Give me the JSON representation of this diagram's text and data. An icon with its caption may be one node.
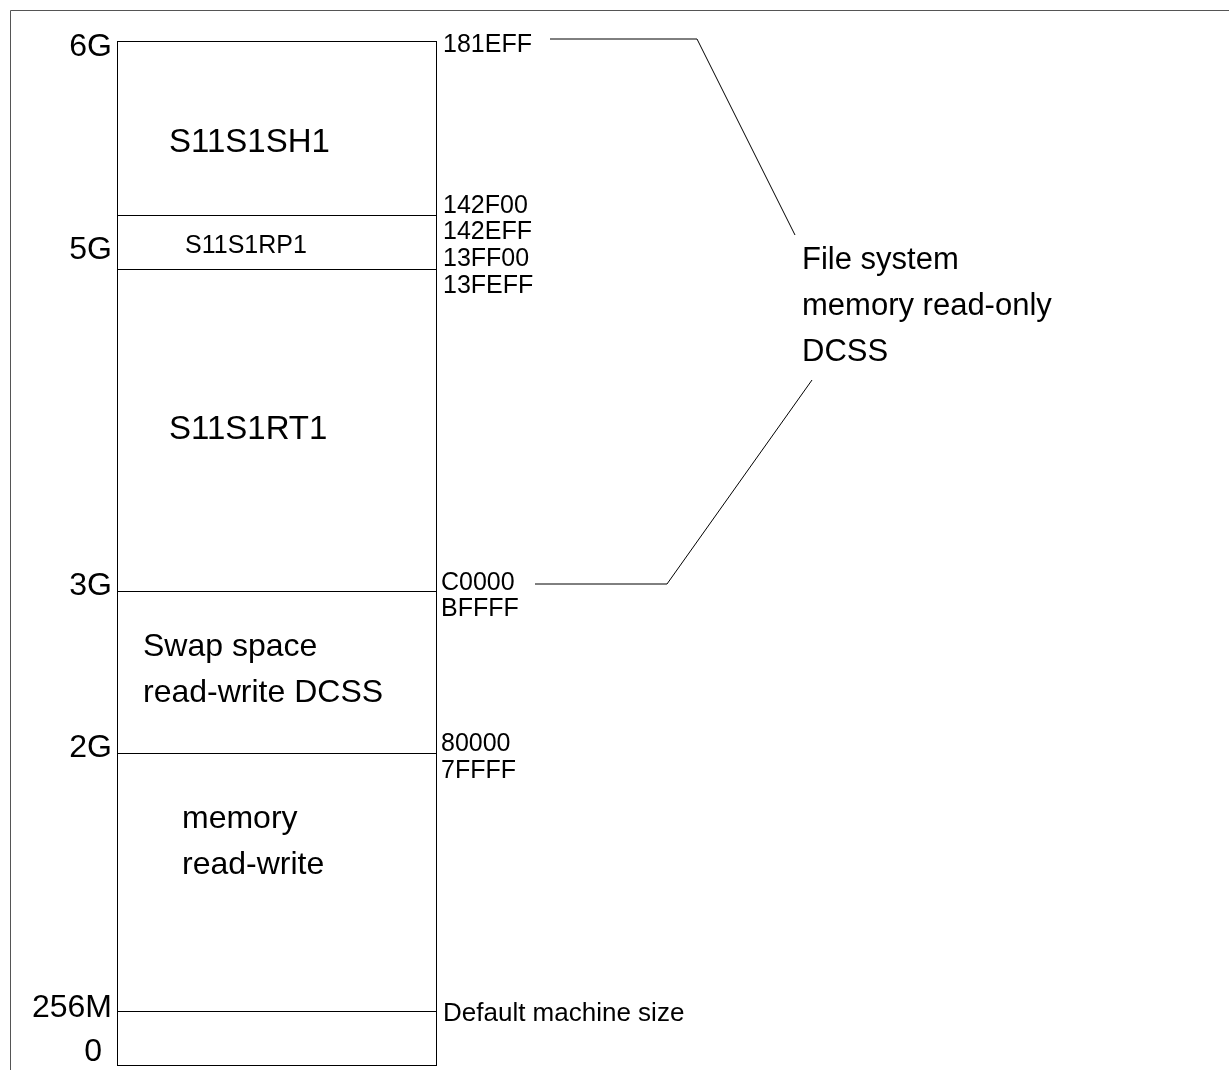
{
  "diagram": {
    "nodes": [
      {
        "text": [
          "S11S1SH1"
        ]
      },
      {
        "text": [
          "S11S1RP1"
        ]
      },
      {
        "text": [
          "S11S1RT1"
        ]
      },
      {
        "text": [
          "Swap space read-write DCSS"
        ]
      },
      {
        "text": [
          "memory read-write"
        ]
      },
      {
        "text": [],
        "shape": "box"
      },
      {
        "text": [
          "File system memory read-only DCSS"
        ]
      }
    ],
    "edges": [],
    "labels": [
      "6G",
      "181EFF",
      "142F00",
      "5G",
      "142EFF",
      "13FF00",
      "13FEFF",
      "3G",
      "C0000",
      "BFFFF",
      "2G",
      "80000",
      "7FFFF",
      "256M",
      "Default machine size",
      "0"
    ]
  }
}
